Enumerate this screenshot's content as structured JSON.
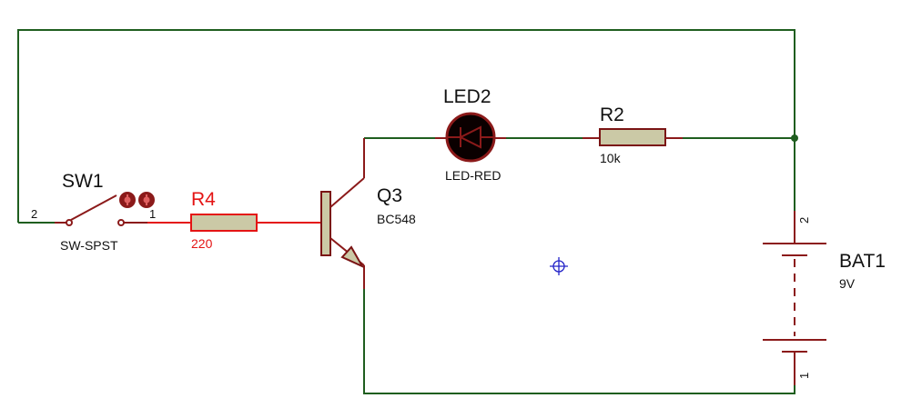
{
  "components": {
    "sw1": {
      "ref": "SW1",
      "value": "SW-SPST",
      "pin_left": "2",
      "pin_right": "1"
    },
    "r4": {
      "ref": "R4",
      "value": "220",
      "color": "#e41414"
    },
    "q3": {
      "ref": "Q3",
      "value": "BC548"
    },
    "led2": {
      "ref": "LED2",
      "value": "LED-RED"
    },
    "r2": {
      "ref": "R2",
      "value": "10k"
    },
    "bat1": {
      "ref": "BAT1",
      "value": "9V",
      "pin_top": "2",
      "pin_bottom": "1"
    }
  },
  "colors": {
    "wire": "#1f5e1f",
    "component_lead": "#8b1a1a",
    "selected": "#e41414",
    "component_body": "#cbc9a6",
    "origin_marker": "#2323c8"
  },
  "icons": {
    "origin_marker": "crosshair-icon",
    "switch_actuators": "toggle-dot-icon"
  }
}
